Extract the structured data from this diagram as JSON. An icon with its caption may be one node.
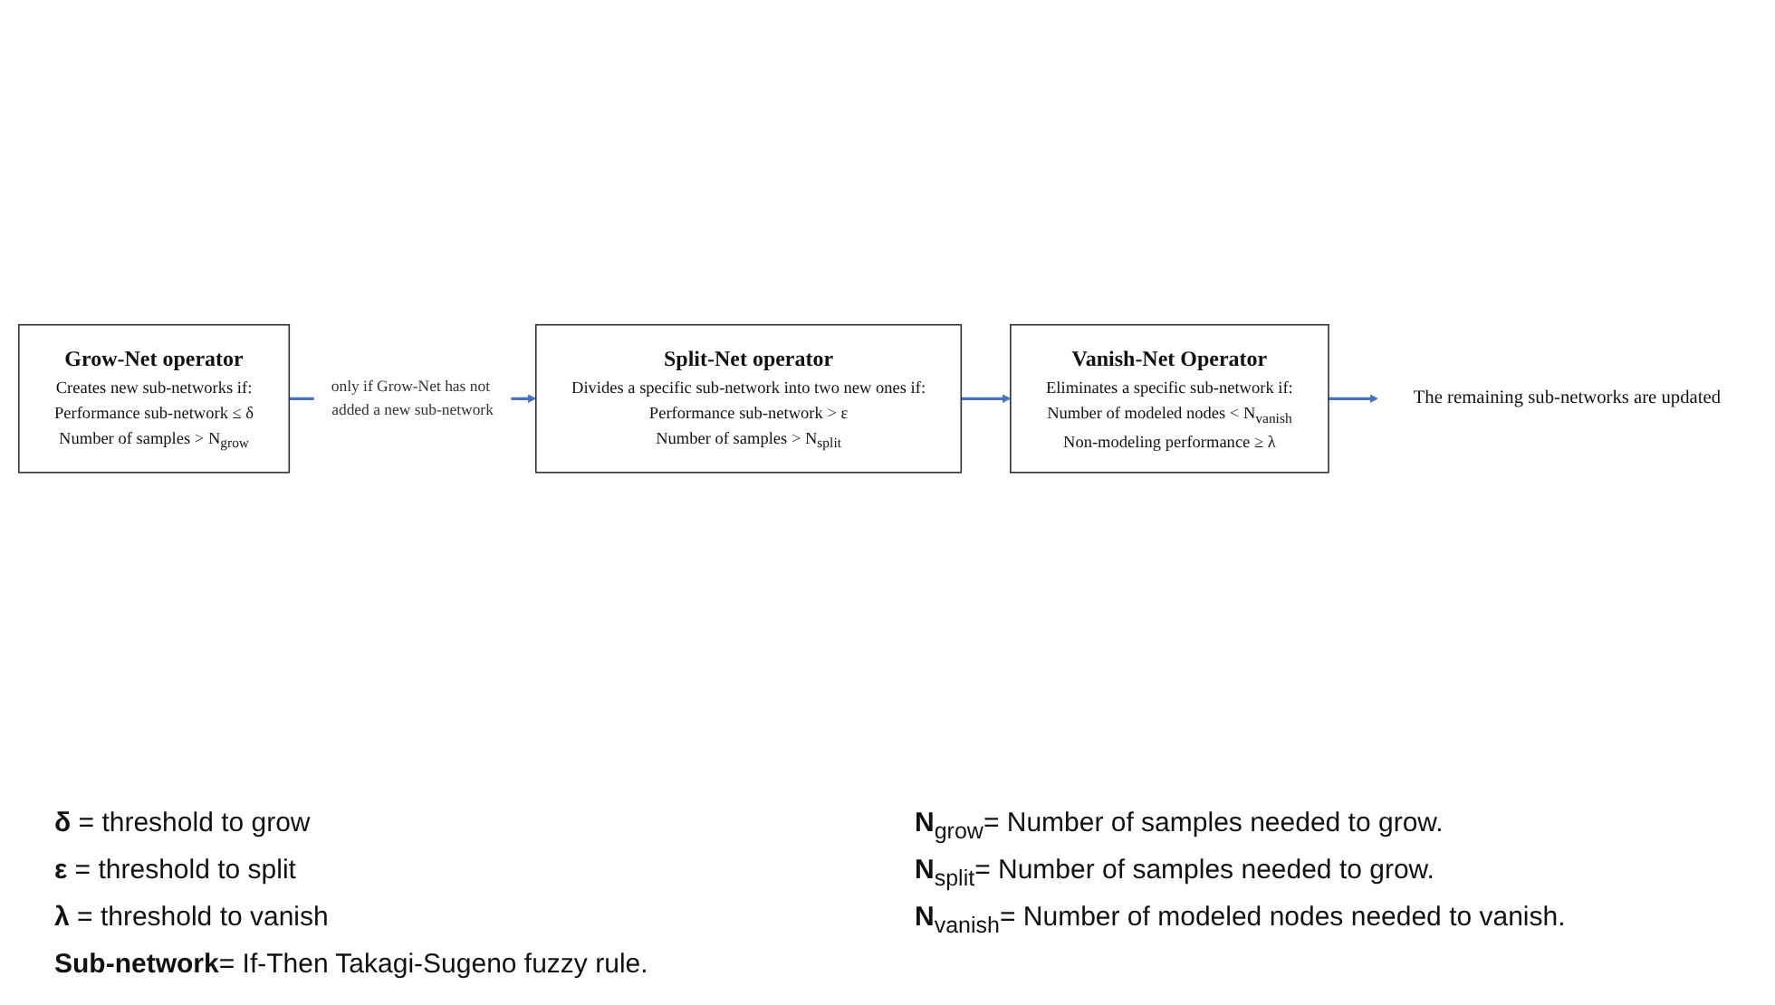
{
  "diagram": {
    "nodes": [
      {
        "text": [
          "Grow-Net operator",
          "Creates new sub-networks if:",
          "Performance sub-network ≤ δ",
          "Number of samples > N$_{grow}$"
        ]
      },
      {
        "text": [
          "Split-Net operator",
          "Divides a specific sub-network into two new ones if:",
          "Performance sub-network > ε",
          "Number of samples > N$_{split}$"
        ]
      },
      {
        "text": [
          "Vanish-Net Operator",
          "Eliminates a specific sub-network if:",
          "Number of modeled nodes < N$_{vanish}$",
          "Non-modeling performance ≥ λ"
        ]
      },
      {
        "text": [
          "The remaining sub-networks are updated"
        ]
      }
    ],
    "edges": [
      {
        "from": 0,
        "to": 1,
        "arrow": "to",
        "label": "only if Grow-Net has not added a new sub-network"
      },
      {
        "from": 1,
        "to": 2,
        "arrow": "to"
      },
      {
        "from": 2,
        "to": 3,
        "arrow": "to"
      }
    ],
    "labels": [
      "**δ** = threshold to grow",
      "**N**$_{grow}$= Number of samples needed to grow.",
      "**ε** = threshold to split",
      "**N**$_{split}$= Number of samples needed to grow.",
      "**λ** = threshold to vanish",
      "**N**$_{vanish}$= Number of modeled nodes needed to vanish.",
      "**Sub-network**= If-Then Takagi-Sugeno fuzzy rule."
    ]
  }
}
